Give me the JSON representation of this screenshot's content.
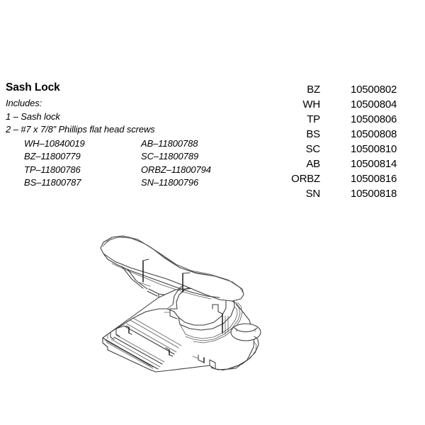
{
  "product": {
    "title": "Sash Lock",
    "includes_label": "Includes:",
    "includes": [
      "1 – Sash lock",
      "2 – #7 x 7/8” Phillips flat head screws"
    ],
    "screw_part_numbers": [
      {
        "col_a": "WH–10840019",
        "col_b": "AB–11800788"
      },
      {
        "col_a": "BZ–11800779",
        "col_b": "SC–11800789"
      },
      {
        "col_a": "TP–11800786",
        "col_b": "ORBZ–11800794"
      },
      {
        "col_a": "BS–11800787",
        "col_b": "SN–11800796"
      }
    ]
  },
  "finish_table": {
    "rows": [
      {
        "code": "BZ",
        "number": "10500802"
      },
      {
        "code": "WH",
        "number": "10500804"
      },
      {
        "code": "TP",
        "number": "10500806"
      },
      {
        "code": "BS",
        "number": "10500808"
      },
      {
        "code": "SC",
        "number": "10500810"
      },
      {
        "code": "AB",
        "number": "10500814"
      },
      {
        "code": "ORBZ",
        "number": "10500816"
      },
      {
        "code": "SN",
        "number": "10500818"
      }
    ]
  },
  "drawing": {
    "name": "sash-lock-isometric-line-drawing",
    "line_color": "#3c3c3c",
    "background_color": "#ffffff"
  }
}
